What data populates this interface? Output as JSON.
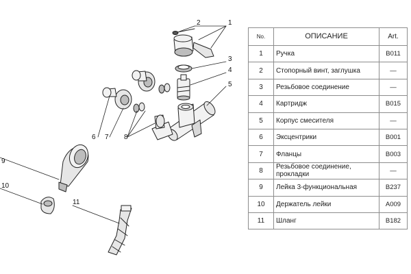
{
  "table": {
    "headers": {
      "no": "No.",
      "desc": "ОПИСАНИЕ",
      "art": "Art."
    },
    "rows": [
      {
        "no": "1",
        "desc": "Ручка",
        "art": "B011"
      },
      {
        "no": "2",
        "desc": "Стопорный винт, заглушка",
        "art": "—"
      },
      {
        "no": "3",
        "desc": "Резьбовое соединение",
        "art": "—"
      },
      {
        "no": "4",
        "desc": "Картридж",
        "art": "B015"
      },
      {
        "no": "5",
        "desc": "Корпус смесителя",
        "art": "—"
      },
      {
        "no": "6",
        "desc": "Эксцентрики",
        "art": "B001"
      },
      {
        "no": "7",
        "desc": "Фланцы",
        "art": "B003"
      },
      {
        "no": "8",
        "desc": "Резьбовое соединение, прокладки",
        "art": "—"
      },
      {
        "no": "9",
        "desc": "Лейка 3-функциональная",
        "art": "B237"
      },
      {
        "no": "10",
        "desc": "Держатель лейки",
        "art": "A009"
      },
      {
        "no": "11",
        "desc": "Шланг",
        "art": "B182"
      }
    ]
  },
  "diagram": {
    "callouts": [
      "1",
      "2",
      "3",
      "4",
      "5",
      "6",
      "7",
      "8",
      "9",
      "10",
      "11"
    ]
  },
  "colors": {
    "line": "#222222",
    "part_fill": "#f2f2f2",
    "shade": "#bdbdbd",
    "border": "#8c8c8c"
  }
}
